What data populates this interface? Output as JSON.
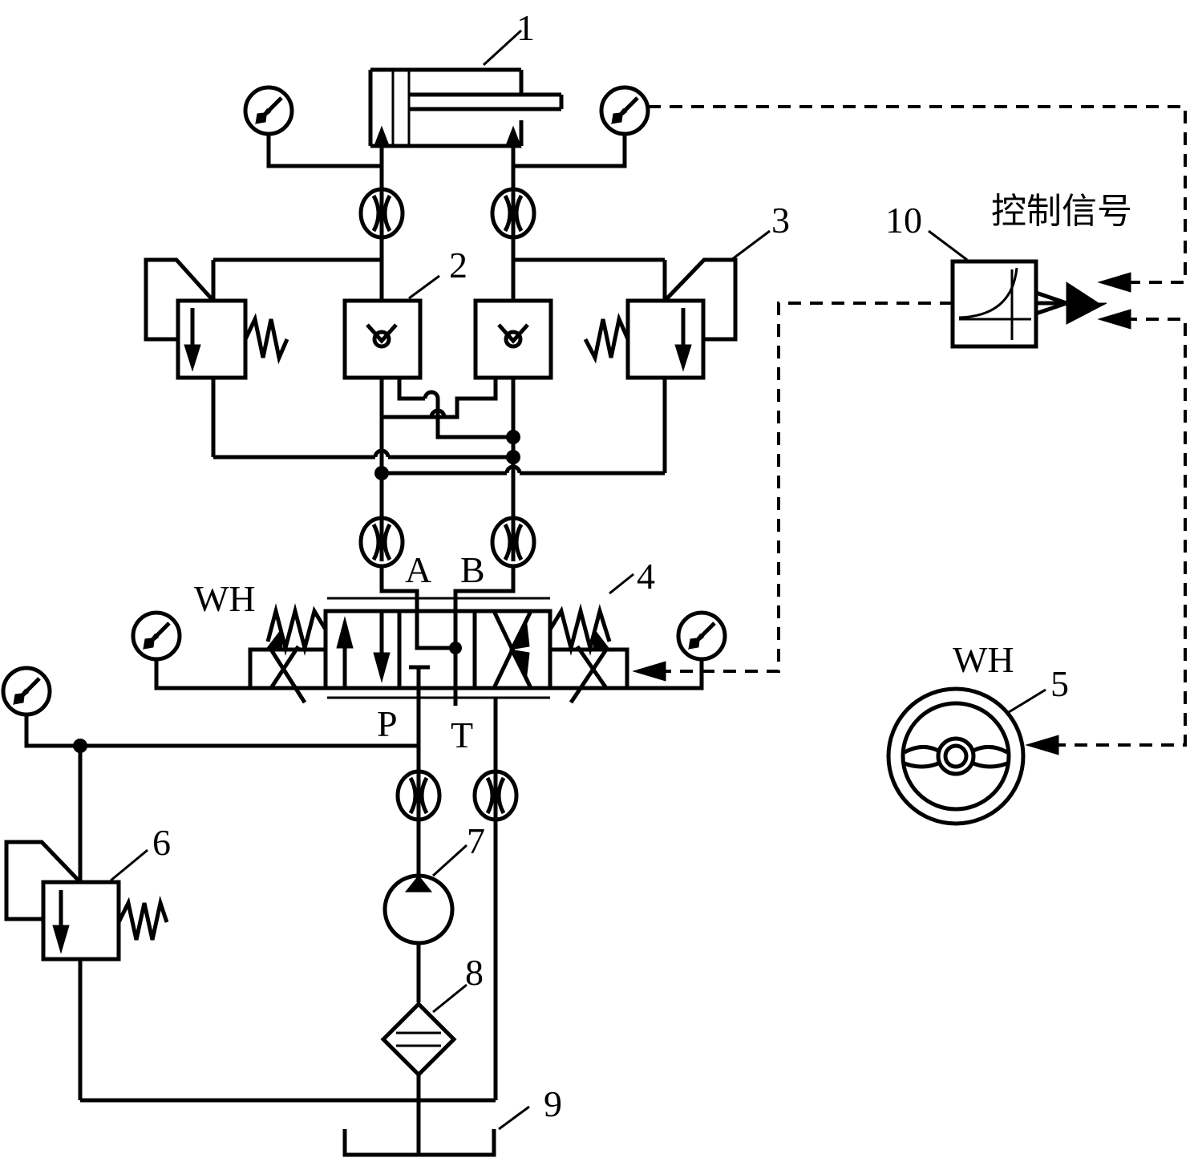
{
  "labels": {
    "n1": "1",
    "n2": "2",
    "n3": "3",
    "n4": "4",
    "n5": "5",
    "n6": "6",
    "n7": "7",
    "n8": "8",
    "n9": "9",
    "n10": "10",
    "port_a": "A",
    "port_b": "B",
    "port_p": "P",
    "port_t": "T",
    "wh_valve": "WH",
    "wh_wheel": "WH",
    "control_signal": "控制信号"
  }
}
